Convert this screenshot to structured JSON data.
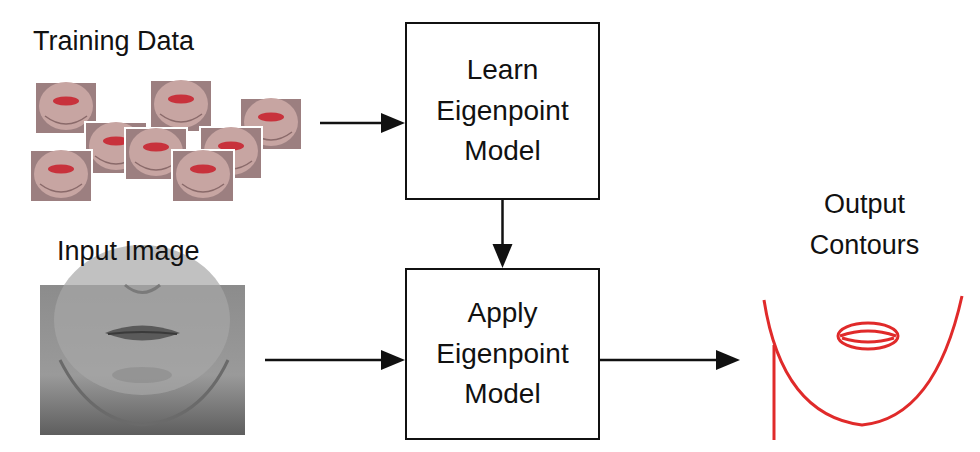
{
  "diagram": {
    "nodes": [
      {
        "text": [
          "Training Data"
        ]
      },
      {
        "text": [
          "Learn Eigenpoint Model"
        ]
      },
      {
        "text": [
          "Input Image"
        ]
      },
      {
        "text": [
          "Apply Eigenpoint Model"
        ]
      },
      {
        "text": [
          "Output Contours"
        ]
      }
    ],
    "edges": [
      {
        "from": 0,
        "to": 1,
        "arrow": "to"
      },
      {
        "from": 1,
        "to": 3,
        "arrow": "to"
      },
      {
        "from": 2,
        "to": 3,
        "arrow": "to"
      },
      {
        "from": 3,
        "to": 4,
        "arrow": "to"
      }
    ]
  }
}
